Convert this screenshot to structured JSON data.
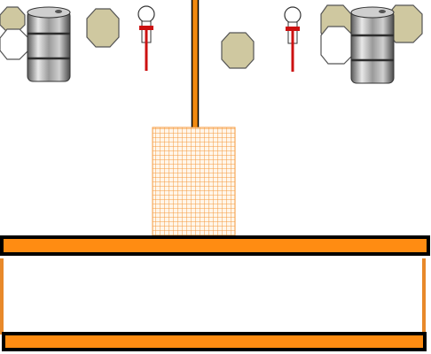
{
  "diagram": {
    "barrels": [
      {
        "id": "left",
        "icon": "barrel-icon",
        "hoops": 3
      },
      {
        "id": "right",
        "icon": "barrel-icon",
        "hoops": 3
      }
    ],
    "octagons": {
      "fill_color": "#cfc8a0",
      "outline_color": "#555555",
      "white_fill_color": "#ffffff",
      "count": 7
    },
    "thermometers": [
      {
        "id": "left",
        "icon": "thermometer-icon"
      },
      {
        "id": "right",
        "icon": "thermometer-icon"
      }
    ],
    "rod": {
      "color": "#f28a10",
      "outline_color": "#000000"
    },
    "mesh_block": {
      "color": "#f7a24a",
      "pattern": "grid"
    },
    "beams": [
      {
        "id": "upper-beam",
        "color": "#ff8c12",
        "outline_color": "#000000"
      },
      {
        "id": "lower-beam",
        "color": "#ff8c12",
        "outline_color": "#000000"
      }
    ],
    "side_posts": [
      {
        "id": "left-post",
        "color": "#e8892a"
      },
      {
        "id": "right-post",
        "color": "#e8892a"
      }
    ],
    "colors": {
      "barrel_light": "#d9d9d9",
      "barrel_dark": "#6e6e6e",
      "thermo_red": "#cc1111",
      "background": "#ffffff"
    }
  }
}
